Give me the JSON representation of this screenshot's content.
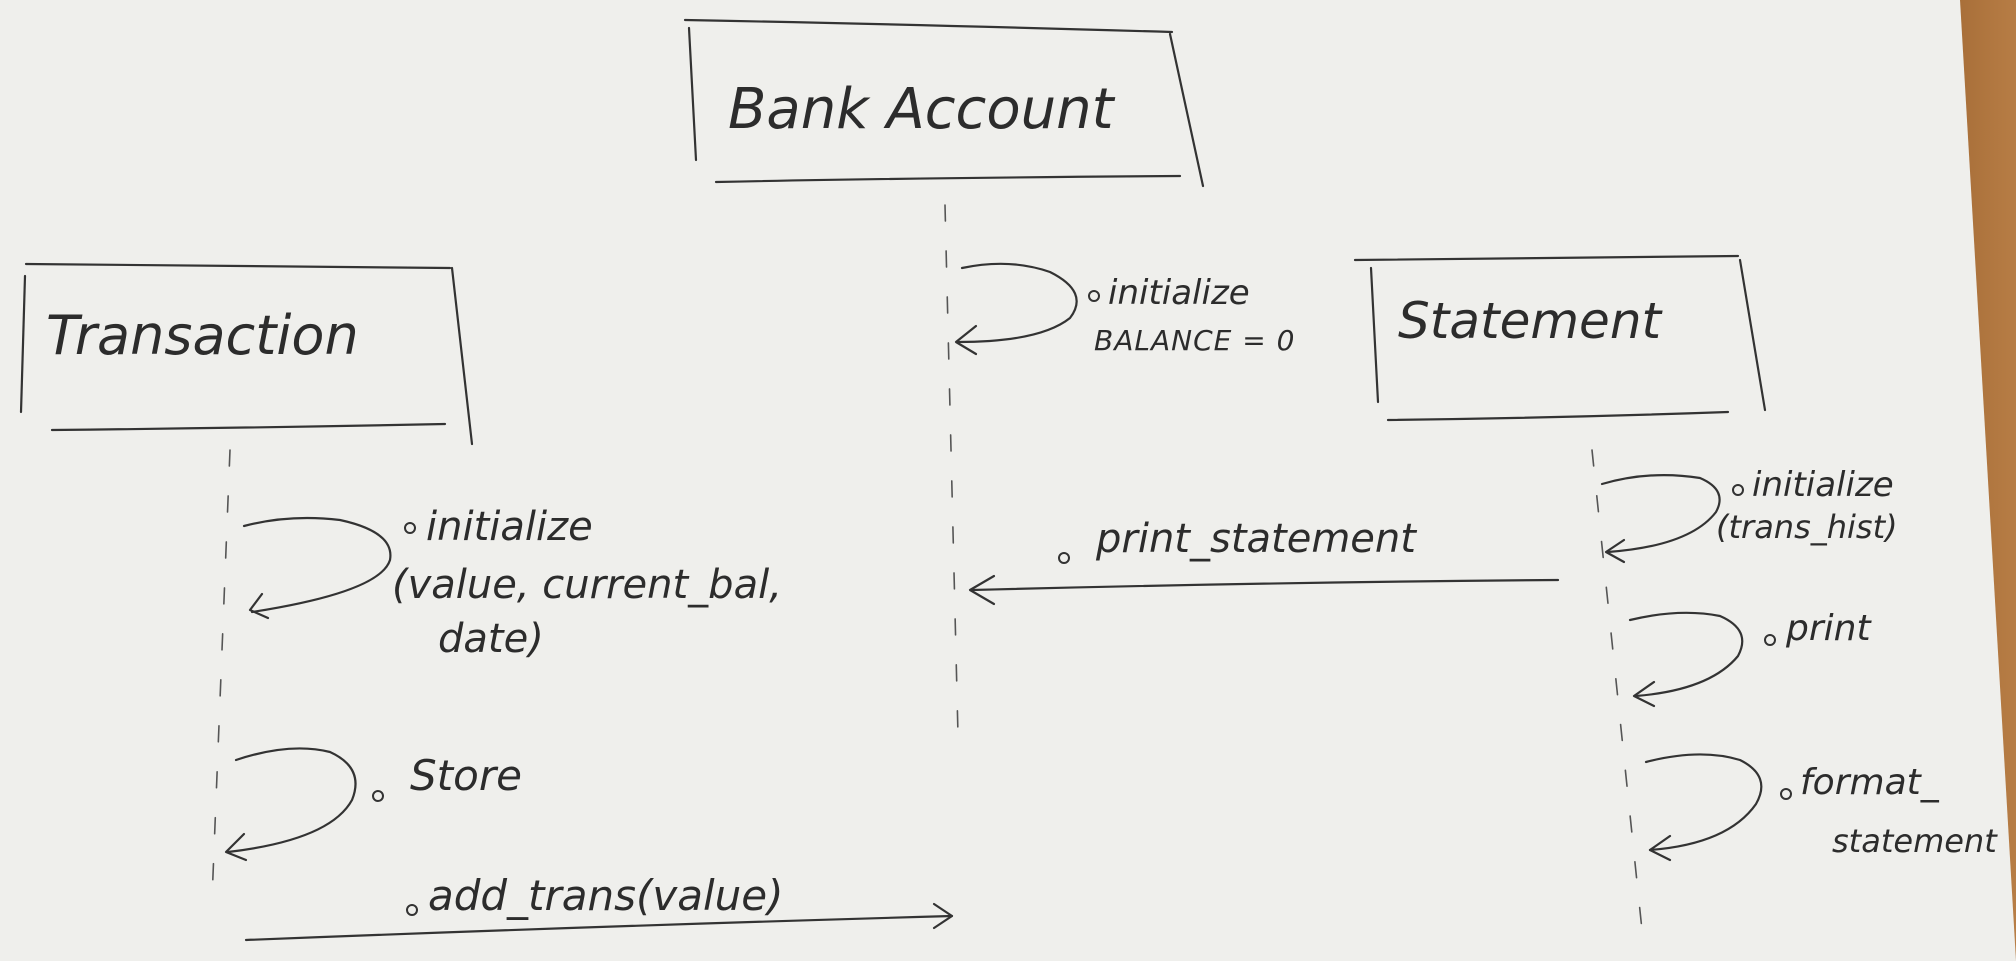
{
  "diagram": {
    "classes": {
      "bank_account": "Bank Account",
      "transaction": "Transaction",
      "statement": "Statement"
    },
    "messages": {
      "bank_initialize": "initialize",
      "bank_balance": "BALANCE = 0",
      "txn_initialize": "initialize",
      "txn_initialize_args_1": "(value, current_bal,",
      "txn_initialize_args_2": "date)",
      "txn_store": "Store",
      "add_trans": "add_trans(value)",
      "print_statement": "print_statement",
      "stmt_initialize": "initialize",
      "stmt_initialize_args": "(trans_hist)",
      "stmt_print": "print",
      "stmt_format_1": "format_",
      "stmt_format_2": "statement"
    }
  }
}
